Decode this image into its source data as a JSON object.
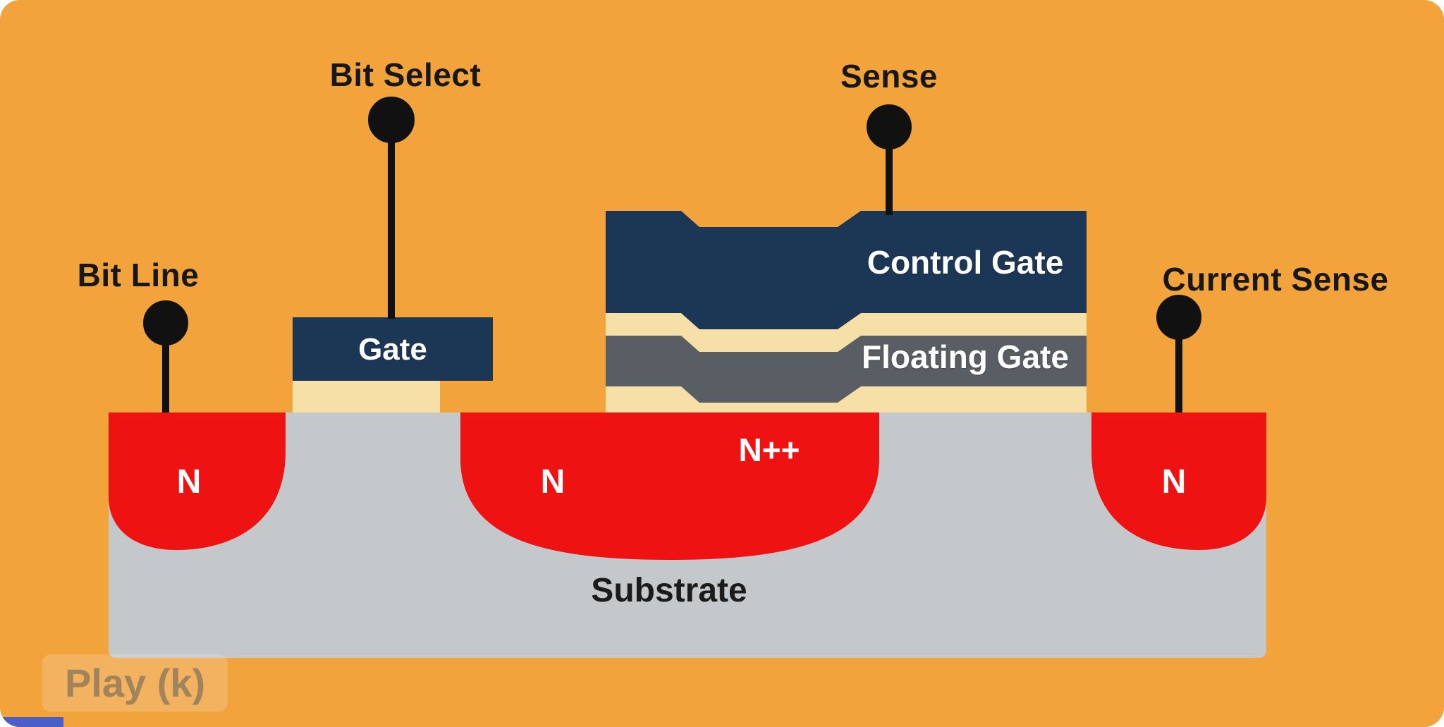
{
  "diagram": {
    "terminals": {
      "bit_line": "Bit Line",
      "bit_select": "Bit Select",
      "sense": "Sense",
      "current_sense": "Current Sense"
    },
    "gates": {
      "select_gate": "Gate",
      "control_gate": "Control Gate",
      "floating_gate": "Floating Gate"
    },
    "regions": {
      "n_left": "N",
      "n_middle": "N",
      "n_plus_plus": "N++",
      "n_right": "N",
      "substrate": "Substrate"
    },
    "colors": {
      "background_orange": "#F3A33C",
      "gate_navy": "#1C3655",
      "floating_gate_gray": "#595E64",
      "oxide_cream": "#F6E0A8",
      "n_region_red": "#EE1212",
      "substrate_gray": "#C5C8CA",
      "terminal_black": "#111111",
      "label_text": "#171717",
      "gate_text": "#FFFFFF"
    }
  },
  "player": {
    "watermark": "Play (k)"
  }
}
